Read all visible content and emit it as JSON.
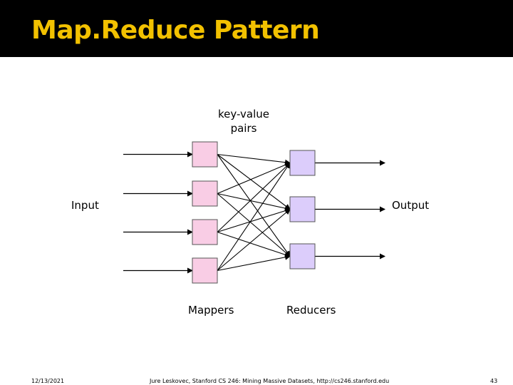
{
  "slide": {
    "title": "Map.Reduce Pattern",
    "title_color": "#f2c100",
    "title_bar_color": "#000000"
  },
  "diagram": {
    "kv_label_line1": "key-value",
    "kv_label_line2": "pairs",
    "input_label": "Input",
    "output_label": "Output",
    "mappers_label": "Mappers",
    "reducers_label": "Reducers",
    "mapper_count": 4,
    "reducer_count": 3,
    "mapper_color": "#f9cde5",
    "reducer_color": "#dccdfb"
  },
  "footer": {
    "date": "12/13/2021",
    "credit": "Jure Leskovec, Stanford CS 246: Mining Massive Datasets, http://cs246.stanford.edu",
    "page_number": "43"
  }
}
